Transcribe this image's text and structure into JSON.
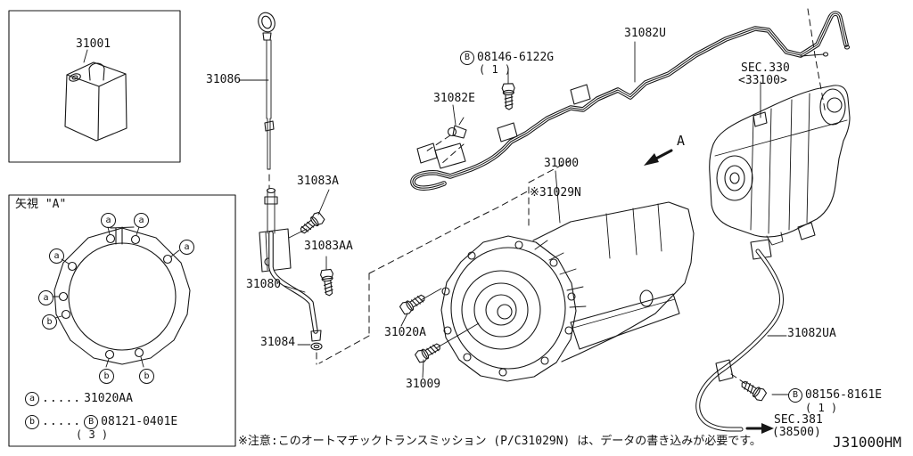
{
  "page": {
    "note": "※注意:このオートマチックトランスミッション (P/C31029N) は、データの書き込みが必要です。",
    "drawing_code": "J31000HM"
  },
  "inset": {
    "fluid_part": "31001"
  },
  "view_a": {
    "title": "矢視 \"A\"",
    "markers": [
      {
        "letter": "a"
      },
      {
        "letter": "a"
      },
      {
        "letter": "a"
      },
      {
        "letter": "a"
      },
      {
        "letter": "a"
      },
      {
        "letter": "b"
      },
      {
        "letter": "b"
      },
      {
        "letter": "b"
      }
    ],
    "legend": [
      {
        "marker": "a",
        "dots": ".....",
        "text": "31020AA",
        "qty": ""
      },
      {
        "marker": "b",
        "dots": ".....",
        "prefix": "B",
        "text": "08121-0401E",
        "qty": "( 3 )"
      }
    ]
  },
  "parts": {
    "dipstick": "31086",
    "bolt_31083A": "31083A",
    "bolt_31083AA": "31083AA",
    "filler_tube": "31080",
    "grommet": "31084",
    "bolt_31020A": "31020A",
    "bolt_31009": "31009",
    "connector": "31082E",
    "tube_assembly": "31082U",
    "transmission": "31000",
    "transmission_note": "※31029N",
    "hose": "31082UA"
  },
  "bolts": {
    "b08146": {
      "prefix": "B",
      "number": "08146-6122G",
      "qty": "( 1 )"
    },
    "b08156": {
      "prefix": "B",
      "number": "08156-8161E",
      "qty": "( 1 )"
    }
  },
  "sections": {
    "sec330": {
      "name": "SEC.330",
      "ref": "<33100>"
    },
    "sec381": {
      "name": "SEC.381",
      "ref": "(38500)"
    }
  },
  "view_arrow": {
    "label": "A"
  }
}
